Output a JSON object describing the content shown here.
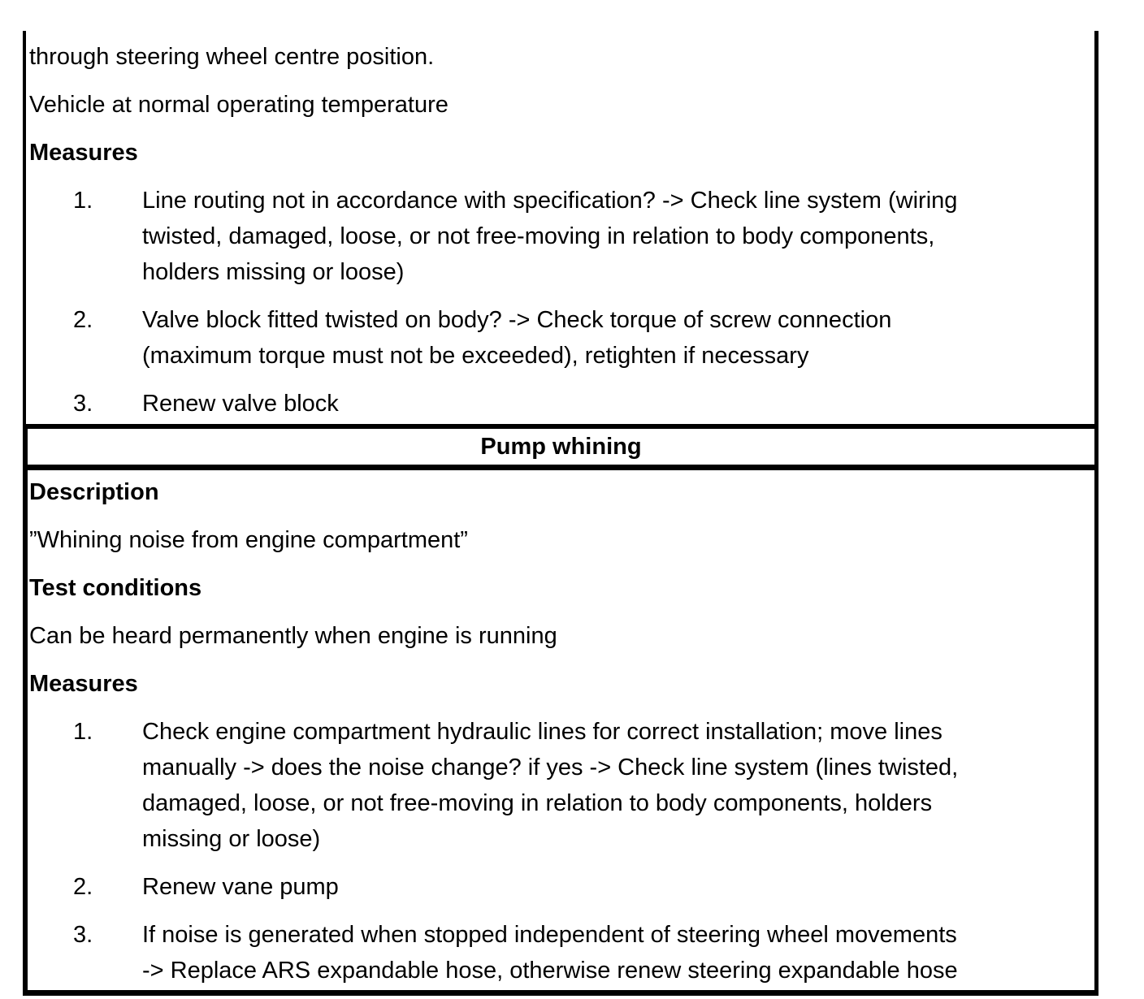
{
  "colors": {
    "text": "#000000",
    "background": "#ffffff",
    "border": "#000000"
  },
  "continuation_section": {
    "paragraphs": [
      "through steering wheel centre position.",
      "Vehicle at normal operating temperature"
    ],
    "measures_heading": "Measures",
    "measures": [
      {
        "number": "1.",
        "text": "Line routing not in accordance with specification? -> Check line system (wiring\ntwisted, damaged, loose, or not free-moving in relation to body components,\nholders missing or loose)"
      },
      {
        "number": "2.",
        "text": "Valve block fitted twisted on body? -> Check torque of screw connection\n(maximum torque must not be exceeded), retighten if necessary"
      },
      {
        "number": "3.",
        "text": "Renew valve block"
      }
    ]
  },
  "pump_whining_section": {
    "title": "Pump whining",
    "description_heading": "Description",
    "description": "”Whining noise from engine compartment”",
    "test_conditions_heading": "Test conditions",
    "test_conditions": "Can be heard permanently when engine is running",
    "measures_heading": "Measures",
    "measures": [
      {
        "number": "1.",
        "text": "Check engine compartment hydraulic lines for correct installation; move lines\nmanually -> does the noise change? if yes -> Check line system (lines twisted,\ndamaged, loose, or not free-moving in relation to body components, holders\nmissing or loose)"
      },
      {
        "number": "2.",
        "text": "Renew vane pump"
      },
      {
        "number": "3.",
        "text": "If noise is generated when stopped independent of steering wheel movements\n-> Replace ARS expandable hose, otherwise renew steering expandable hose"
      }
    ]
  }
}
